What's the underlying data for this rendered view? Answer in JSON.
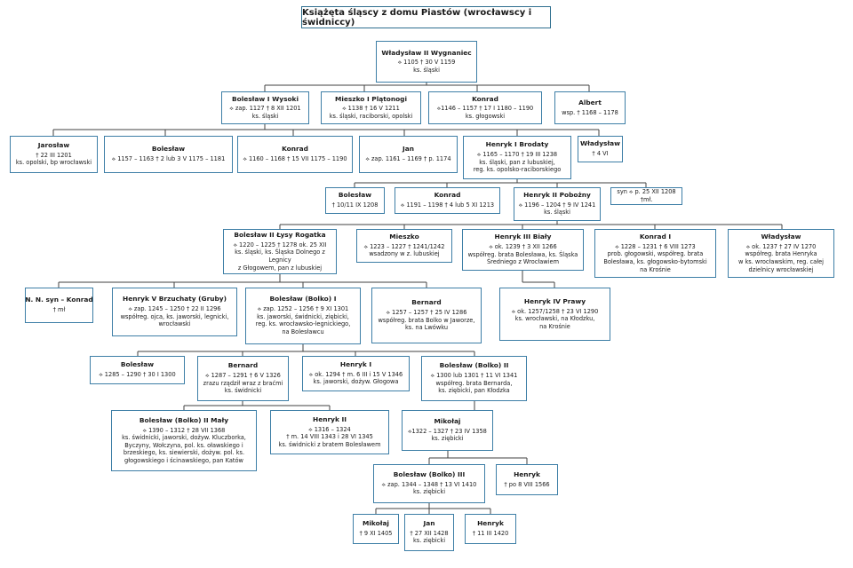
{
  "title": "Książęta śląscy z domu Piastów (wrocławscy i świdniccy)",
  "persons": {
    "wladyslaw2": {
      "name": "Władysław II Wygnaniec",
      "info": "⟡ 1105     † 30 V 1159\nks. śląski"
    },
    "boleslaw1": {
      "name": "Bolesław I Wysoki",
      "info": "⟡ zap. 1127   † 8 XII 1201\nks. śląski"
    },
    "mieszko1": {
      "name": "Mieszko I Plątonogi",
      "info": "⟡ 1138   † 16 V 1211\nks. śląski, raciborski, opolski"
    },
    "konrad_g": {
      "name": "Konrad",
      "info": "⟡1146 – 1157  † 17 I 1180 – 1190\nks. głogowski"
    },
    "albert": {
      "name": "Albert",
      "info": "wsp. † 1168 – 1178"
    },
    "jaroslaw": {
      "name": "Jarosław",
      "info": "† 22 III 1201\nks. opolski, bp wrocławski"
    },
    "boleslaw_a": {
      "name": "Bolesław",
      "info": "⟡ 1157 – 1163  † 2 lub 3 V 1175 – 1181"
    },
    "konrad_a": {
      "name": "Konrad",
      "info": "⟡ 1160 – 1168  † 15 VII 1175 – 1190"
    },
    "jan_a": {
      "name": "Jan",
      "info": "⟡ zap. 1161 – 1169  † p. 1174"
    },
    "henryk1": {
      "name": "Henryk I Brodaty",
      "info": "⟡ 1165 – 1170  † 19 III 1238\nks. śląski, pan z lubuskiej,\nreg. ks. opolsko-raciborskiego"
    },
    "wladyslaw_a": {
      "name": "Władysław",
      "info": "† 4 VI"
    },
    "boleslaw_b": {
      "name": "Bolesław",
      "info": "† 10/11 IX 1208"
    },
    "konrad_b": {
      "name": "Konrad",
      "info": "⟡ 1191 – 1198  † 4 lub 5 XI 1213"
    },
    "henryk2": {
      "name": "Henryk II Pobożny",
      "info": "⟡ 1196 – 1204  † 9 IV 1241\nks. śląski"
    },
    "syn": {
      "name": "",
      "info": "syn ⟡ p. 25 XII 1208 †mł."
    },
    "boleslaw2": {
      "name": "Bolesław II Łysy Rogatka",
      "info": "⟡ 1220 – 1225  † 1278 ok. 25 XII\nks. śląski, ks. Śląska Dolnego z Legnicy\nz Głogowem, pan z lubuskiej"
    },
    "mieszko_b": {
      "name": "Mieszko",
      "info": "⟡ 1223 – 1227  † 1241/1242\nwsadzony w z. lubuskiej"
    },
    "henryk3": {
      "name": "Henryk III Biały",
      "info": "⟡ ok. 1239  † 3 XII 1266\nwspółreg. brata Bolesława, ks. Śląska\nŚredniego z Wrocławiem"
    },
    "konrad1": {
      "name": "Konrad I",
      "info": "⟡ 1228 – 1231  † 6 VIII 1273\nprob. głogowski, współreg. brata\nBolesława, ks. głogowsko-bytomski\nna Krośnie"
    },
    "wladyslaw_b": {
      "name": "Władysław",
      "info": "⟡ ok. 1237  † 27 IV 1270\nwspółreg. brata Henryka\nw ks. wrocławskim, reg. całej\ndzielnicy wrocławskiej"
    },
    "nn_konrad": {
      "name": "N. N. syn – Konrad",
      "info": "† mł"
    },
    "henryk5": {
      "name": "Henryk V Brzuchaty (Gruby)",
      "info": "⟡ zap. 1245 – 1250  † 22 II 1296\nwspółreg. ojca, ks. jaworski, legnicki,\nwrocławski"
    },
    "bolko1": {
      "name": "Bolesław (Bolko) I",
      "info": "⟡ zap. 1252 – 1256  † 9 XI 1301\nks. jaworski, świdnicki, ziębicki,\nreg. ks. wrocławsko-legnickiego,\nna Bolesławcu"
    },
    "bernard_a": {
      "name": "Bernard",
      "info": "⟡ 1257 – 1257  † 25 IV 1286\nwspółreg. brata Bolko w Jaworze,\nks. na Lwówku"
    },
    "henryk4": {
      "name": "Henryk IV Prawy",
      "info": "⟡ ok. 1257/1258  † 23 VI 1290\nks. wrocławski, na Kłodzku,\nna Krośnie"
    },
    "boleslaw_c": {
      "name": "Bolesław",
      "info": "⟡ 1285 – 1290  † 30 I 1300"
    },
    "bernard_b": {
      "name": "Bernard",
      "info": "⟡ 1287 – 1291  † 6 V 1326\nzrazu rządził wraz z braćmi\nks. świdnicki"
    },
    "henryk1b": {
      "name": "Henryk I",
      "info": "⟡ ok. 1294  † m. 6 III i 15 V 1346\nks. jaworski, dożyw. Głogowa"
    },
    "bolko2": {
      "name": "Bolesław (Bolko) II",
      "info": "⟡ 1300 lub 1301  † 11 VI 1341\nwspółreg. brata Bernarda,\nks. ziębicki, pan Kłodzka"
    },
    "bolko2maly": {
      "name": "Bolesław (Bolko) II Mały",
      "info": "⟡ 1390 – 1312  † 28 VII 1368\nks. świdnicki, jaworski, dożyw. Kluczborka,\nByczyny, Wołczyna, pol. ks. oławskiego i\nbrzeskiego, ks. siewierski, dożyw. pol. ks.\ngłogowskiego i ścinawskiego, pan Katów"
    },
    "henryk2b": {
      "name": "Henryk II",
      "info": "⟡ 1316 – 1324\n† m. 14 VIII 1343 i 28 VI 1345\nks. świdnicki z bratem Bolesławem"
    },
    "mikolaj_a": {
      "name": "Mikołaj",
      "info": "⟡1322 – 1327  † 23 IV 1358\nks. ziębicki"
    },
    "bolko3": {
      "name": "Bolesław (Bolko) III",
      "info": "⟡ zap. 1344 – 1348  † 13 VI 1410\nks. ziębicki"
    },
    "henryk_c": {
      "name": "Henryk",
      "info": "† po 8 VIII 1566"
    },
    "mikolaj_b": {
      "name": "Mikołaj",
      "info": "† 9 XI 1405"
    },
    "jan_b": {
      "name": "Jan",
      "info": "† 27 XII 1428\nks. ziębicki"
    },
    "henryk_d": {
      "name": "Henryk",
      "info": "† 11 III 1420"
    }
  }
}
